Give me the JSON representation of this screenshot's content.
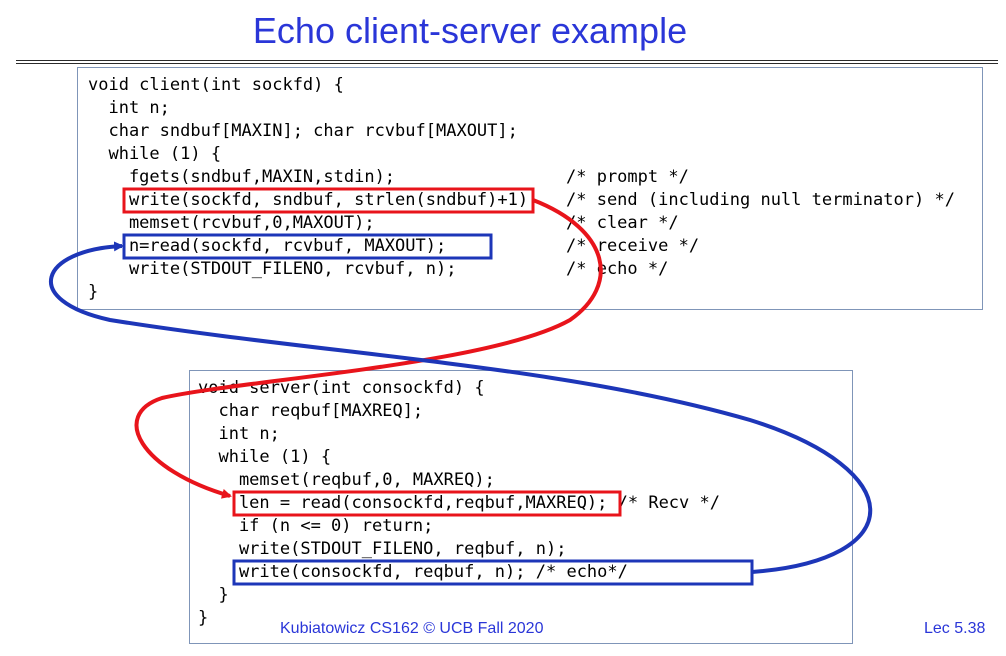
{
  "slide": {
    "title": "Echo client-server example",
    "footer_left": "Kubiatowicz CS162 © UCB Fall 2020",
    "footer_right": "Lec 5.38"
  },
  "client_code": [
    "void client(int sockfd) {",
    "  int n;",
    "  char sndbuf[MAXIN]; char rcvbuf[MAXOUT];",
    "  while (1) {",
    "    fgets(sndbuf,MAXIN,stdin);",
    "    write(sockfd, sndbuf, strlen(sndbuf)+1);",
    "    memset(rcvbuf,0,MAXOUT);",
    "    n=read(sockfd, rcvbuf, MAXOUT);",
    "    write(STDOUT_FILENO, rcvbuf, n);",
    "}"
  ],
  "client_comments": [
    "/* prompt */",
    "/* send (including null terminator) */",
    "/* clear */",
    "/* receive */",
    "/* echo */"
  ],
  "server_code": [
    "void server(int consockfd) {",
    "  char reqbuf[MAXREQ];",
    "  int n;",
    "  while (1) {",
    "    memset(reqbuf,0, MAXREQ);",
    "    len = read(consockfd,reqbuf,MAXREQ); /* Recv */",
    "    if (n <= 0) return;",
    "    write(STDOUT_FILENO, reqbuf, n);",
    "    write(consockfd, reqbuf, n); /* echo*/",
    "  }",
    "}"
  ],
  "colors": {
    "title": "#2a36d8",
    "send_recv_highlight": "#e8141b",
    "echo_highlight": "#1d36b8"
  }
}
